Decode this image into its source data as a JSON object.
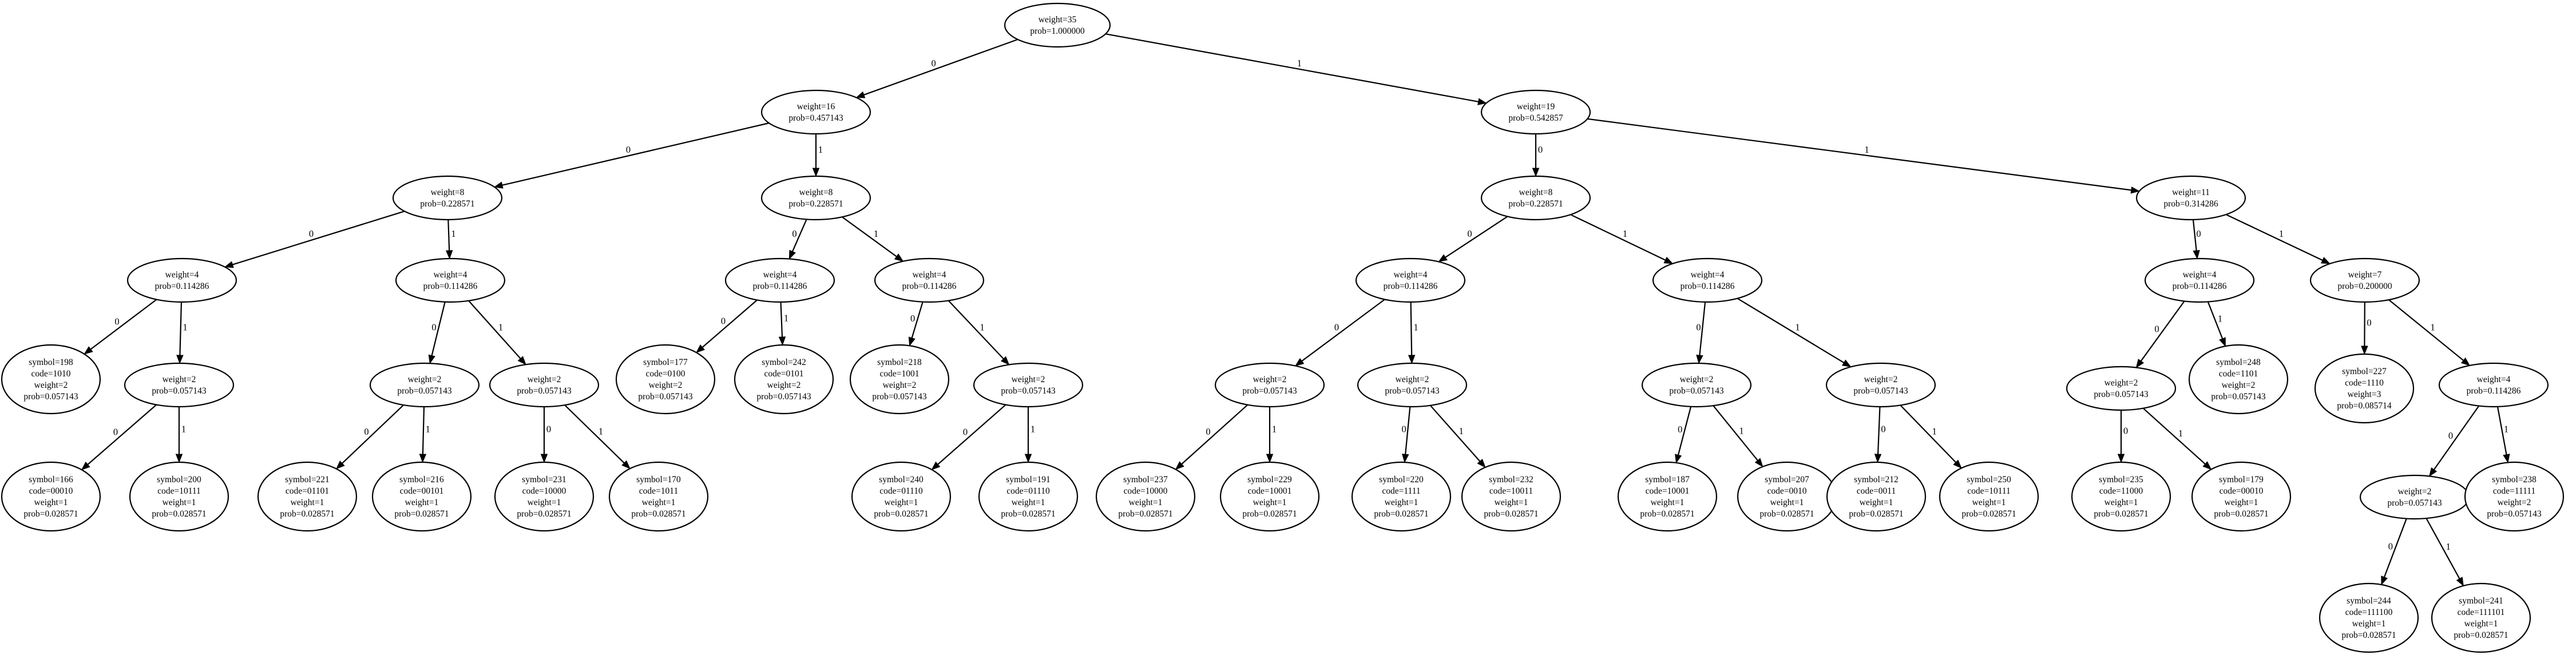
{
  "tree": {
    "nodes": [
      {
        "id": "n0",
        "lines": [
          "weight=35",
          "prob=1.000000"
        ]
      },
      {
        "id": "n1",
        "lines": [
          "weight=16",
          "prob=0.457143"
        ]
      },
      {
        "id": "n2",
        "lines": [
          "weight=19",
          "prob=0.542857"
        ]
      },
      {
        "id": "n3",
        "lines": [
          "weight=8",
          "prob=0.228571"
        ]
      },
      {
        "id": "n4",
        "lines": [
          "weight=8",
          "prob=0.228571"
        ]
      },
      {
        "id": "n5",
        "lines": [
          "weight=8",
          "prob=0.228571"
        ]
      },
      {
        "id": "n6",
        "lines": [
          "weight=11",
          "prob=0.314286"
        ]
      },
      {
        "id": "n7",
        "lines": [
          "weight=4",
          "prob=0.114286"
        ]
      },
      {
        "id": "n8",
        "lines": [
          "weight=4",
          "prob=0.114286"
        ]
      },
      {
        "id": "n9",
        "lines": [
          "weight=4",
          "prob=0.114286"
        ]
      },
      {
        "id": "n10",
        "lines": [
          "weight=4",
          "prob=0.114286"
        ]
      },
      {
        "id": "n11",
        "lines": [
          "weight=4",
          "prob=0.114286"
        ]
      },
      {
        "id": "n12",
        "lines": [
          "weight=4",
          "prob=0.114286"
        ]
      },
      {
        "id": "n13",
        "lines": [
          "weight=4",
          "prob=0.114286"
        ]
      },
      {
        "id": "n14",
        "lines": [
          "weight=7",
          "prob=0.200000"
        ]
      },
      {
        "id": "n15",
        "lines": [
          "symbol=198",
          "code=1010",
          "weight=2",
          "prob=0.057143"
        ]
      },
      {
        "id": "n16",
        "lines": [
          "weight=2",
          "prob=0.057143"
        ]
      },
      {
        "id": "n17",
        "lines": [
          "weight=2",
          "prob=0.057143"
        ]
      },
      {
        "id": "n18",
        "lines": [
          "weight=2",
          "prob=0.057143"
        ]
      },
      {
        "id": "n19",
        "lines": [
          "symbol=177",
          "code=0100",
          "weight=2",
          "prob=0.057143"
        ]
      },
      {
        "id": "n20",
        "lines": [
          "symbol=242",
          "code=0101",
          "weight=2",
          "prob=0.057143"
        ]
      },
      {
        "id": "n21",
        "lines": [
          "symbol=218",
          "code=1001",
          "weight=2",
          "prob=0.057143"
        ]
      },
      {
        "id": "n22",
        "lines": [
          "weight=2",
          "prob=0.057143"
        ]
      },
      {
        "id": "n23",
        "lines": [
          "weight=2",
          "prob=0.057143"
        ]
      },
      {
        "id": "n24",
        "lines": [
          "weight=2",
          "prob=0.057143"
        ]
      },
      {
        "id": "n25",
        "lines": [
          "weight=2",
          "prob=0.057143"
        ]
      },
      {
        "id": "n26",
        "lines": [
          "weight=2",
          "prob=0.057143"
        ]
      },
      {
        "id": "n27",
        "lines": [
          "weight=2",
          "prob=0.057143"
        ]
      },
      {
        "id": "n28",
        "lines": [
          "symbol=248",
          "code=1101",
          "weight=2",
          "prob=0.057143"
        ]
      },
      {
        "id": "n29",
        "lines": [
          "symbol=227",
          "code=1110",
          "weight=3",
          "prob=0.085714"
        ]
      },
      {
        "id": "n30",
        "lines": [
          "weight=4",
          "prob=0.114286"
        ]
      },
      {
        "id": "n31",
        "lines": [
          "symbol=166",
          "code=00010",
          "weight=1",
          "prob=0.028571"
        ]
      },
      {
        "id": "n32",
        "lines": [
          "symbol=200",
          "code=10111",
          "weight=1",
          "prob=0.028571"
        ]
      },
      {
        "id": "n33",
        "lines": [
          "symbol=221",
          "code=01101",
          "weight=1",
          "prob=0.028571"
        ]
      },
      {
        "id": "n34",
        "lines": [
          "symbol=216",
          "code=00101",
          "weight=1",
          "prob=0.028571"
        ]
      },
      {
        "id": "n35",
        "lines": [
          "symbol=231",
          "code=10000",
          "weight=1",
          "prob=0.028571"
        ]
      },
      {
        "id": "n36",
        "lines": [
          "symbol=170",
          "code=1011",
          "weight=1",
          "prob=0.028571"
        ]
      },
      {
        "id": "n37",
        "lines": [
          "symbol=240",
          "code=01110",
          "weight=1",
          "prob=0.028571"
        ]
      },
      {
        "id": "n38",
        "lines": [
          "symbol=191",
          "code=01110",
          "weight=1",
          "prob=0.028571"
        ]
      },
      {
        "id": "n39",
        "lines": [
          "symbol=237",
          "code=10000",
          "weight=1",
          "prob=0.028571"
        ]
      },
      {
        "id": "n40",
        "lines": [
          "symbol=229",
          "code=10001",
          "weight=1",
          "prob=0.028571"
        ]
      },
      {
        "id": "n41",
        "lines": [
          "symbol=220",
          "code=1111",
          "weight=1",
          "prob=0.028571"
        ]
      },
      {
        "id": "n42",
        "lines": [
          "symbol=232",
          "code=10011",
          "weight=1",
          "prob=0.028571"
        ]
      },
      {
        "id": "n43",
        "lines": [
          "symbol=187",
          "code=10001",
          "weight=1",
          "prob=0.028571"
        ]
      },
      {
        "id": "n44",
        "lines": [
          "symbol=207",
          "code=0010",
          "weight=1",
          "prob=0.028571"
        ]
      },
      {
        "id": "n45",
        "lines": [
          "symbol=212",
          "code=0011",
          "weight=1",
          "prob=0.028571"
        ]
      },
      {
        "id": "n46",
        "lines": [
          "symbol=250",
          "code=10111",
          "weight=1",
          "prob=0.028571"
        ]
      },
      {
        "id": "n47",
        "lines": [
          "symbol=235",
          "code=11000",
          "weight=1",
          "prob=0.028571"
        ]
      },
      {
        "id": "n48",
        "lines": [
          "symbol=179",
          "code=00010",
          "weight=1",
          "prob=0.028571"
        ]
      },
      {
        "id": "n49",
        "lines": [
          "weight=2",
          "prob=0.057143"
        ]
      },
      {
        "id": "n50",
        "lines": [
          "symbol=238",
          "code=11111",
          "weight=2",
          "prob=0.057143"
        ]
      },
      {
        "id": "n51",
        "lines": [
          "symbol=244",
          "code=111100",
          "weight=1",
          "prob=0.028571"
        ]
      },
      {
        "id": "n52",
        "lines": [
          "symbol=241",
          "code=111101",
          "weight=1",
          "prob=0.028571"
        ]
      }
    ],
    "edges": [
      {
        "from": "n0",
        "to": "n1",
        "label": "0"
      },
      {
        "from": "n0",
        "to": "n2",
        "label": "1"
      },
      {
        "from": "n1",
        "to": "n3",
        "label": "0"
      },
      {
        "from": "n1",
        "to": "n4",
        "label": "1"
      },
      {
        "from": "n2",
        "to": "n5",
        "label": "0"
      },
      {
        "from": "n2",
        "to": "n6",
        "label": "1"
      },
      {
        "from": "n3",
        "to": "n7",
        "label": "0"
      },
      {
        "from": "n3",
        "to": "n8",
        "label": "1"
      },
      {
        "from": "n4",
        "to": "n9",
        "label": "0"
      },
      {
        "from": "n4",
        "to": "n10",
        "label": "1"
      },
      {
        "from": "n5",
        "to": "n11",
        "label": "0"
      },
      {
        "from": "n5",
        "to": "n12",
        "label": "1"
      },
      {
        "from": "n6",
        "to": "n13",
        "label": "0"
      },
      {
        "from": "n6",
        "to": "n14",
        "label": "1"
      },
      {
        "from": "n7",
        "to": "n15",
        "label": "0"
      },
      {
        "from": "n7",
        "to": "n16",
        "label": "1"
      },
      {
        "from": "n8",
        "to": "n17",
        "label": "0"
      },
      {
        "from": "n8",
        "to": "n18",
        "label": "1"
      },
      {
        "from": "n9",
        "to": "n19",
        "label": "0"
      },
      {
        "from": "n9",
        "to": "n20",
        "label": "1"
      },
      {
        "from": "n10",
        "to": "n21",
        "label": "0"
      },
      {
        "from": "n10",
        "to": "n22",
        "label": "1"
      },
      {
        "from": "n11",
        "to": "n23",
        "label": "0"
      },
      {
        "from": "n11",
        "to": "n24",
        "label": "1"
      },
      {
        "from": "n12",
        "to": "n25",
        "label": "0"
      },
      {
        "from": "n12",
        "to": "n26",
        "label": "1"
      },
      {
        "from": "n13",
        "to": "n27",
        "label": "0"
      },
      {
        "from": "n13",
        "to": "n28",
        "label": "1"
      },
      {
        "from": "n14",
        "to": "n29",
        "label": "0"
      },
      {
        "from": "n14",
        "to": "n30",
        "label": "1"
      },
      {
        "from": "n16",
        "to": "n31",
        "label": "0"
      },
      {
        "from": "n16",
        "to": "n32",
        "label": "1"
      },
      {
        "from": "n17",
        "to": "n33",
        "label": "0"
      },
      {
        "from": "n17",
        "to": "n34",
        "label": "1"
      },
      {
        "from": "n18",
        "to": "n35",
        "label": "0"
      },
      {
        "from": "n18",
        "to": "n36",
        "label": "1"
      },
      {
        "from": "n22",
        "to": "n37",
        "label": "0"
      },
      {
        "from": "n22",
        "to": "n38",
        "label": "1"
      },
      {
        "from": "n23",
        "to": "n39",
        "label": "0"
      },
      {
        "from": "n23",
        "to": "n40",
        "label": "1"
      },
      {
        "from": "n24",
        "to": "n41",
        "label": "0"
      },
      {
        "from": "n24",
        "to": "n42",
        "label": "1"
      },
      {
        "from": "n25",
        "to": "n43",
        "label": "0"
      },
      {
        "from": "n25",
        "to": "n44",
        "label": "1"
      },
      {
        "from": "n26",
        "to": "n45",
        "label": "0"
      },
      {
        "from": "n26",
        "to": "n46",
        "label": "1"
      },
      {
        "from": "n27",
        "to": "n47",
        "label": "0"
      },
      {
        "from": "n27",
        "to": "n48",
        "label": "1"
      },
      {
        "from": "n30",
        "to": "n49",
        "label": "0"
      },
      {
        "from": "n30",
        "to": "n50",
        "label": "1"
      },
      {
        "from": "n49",
        "to": "n51",
        "label": "0"
      },
      {
        "from": "n49",
        "to": "n52",
        "label": "1"
      }
    ]
  }
}
